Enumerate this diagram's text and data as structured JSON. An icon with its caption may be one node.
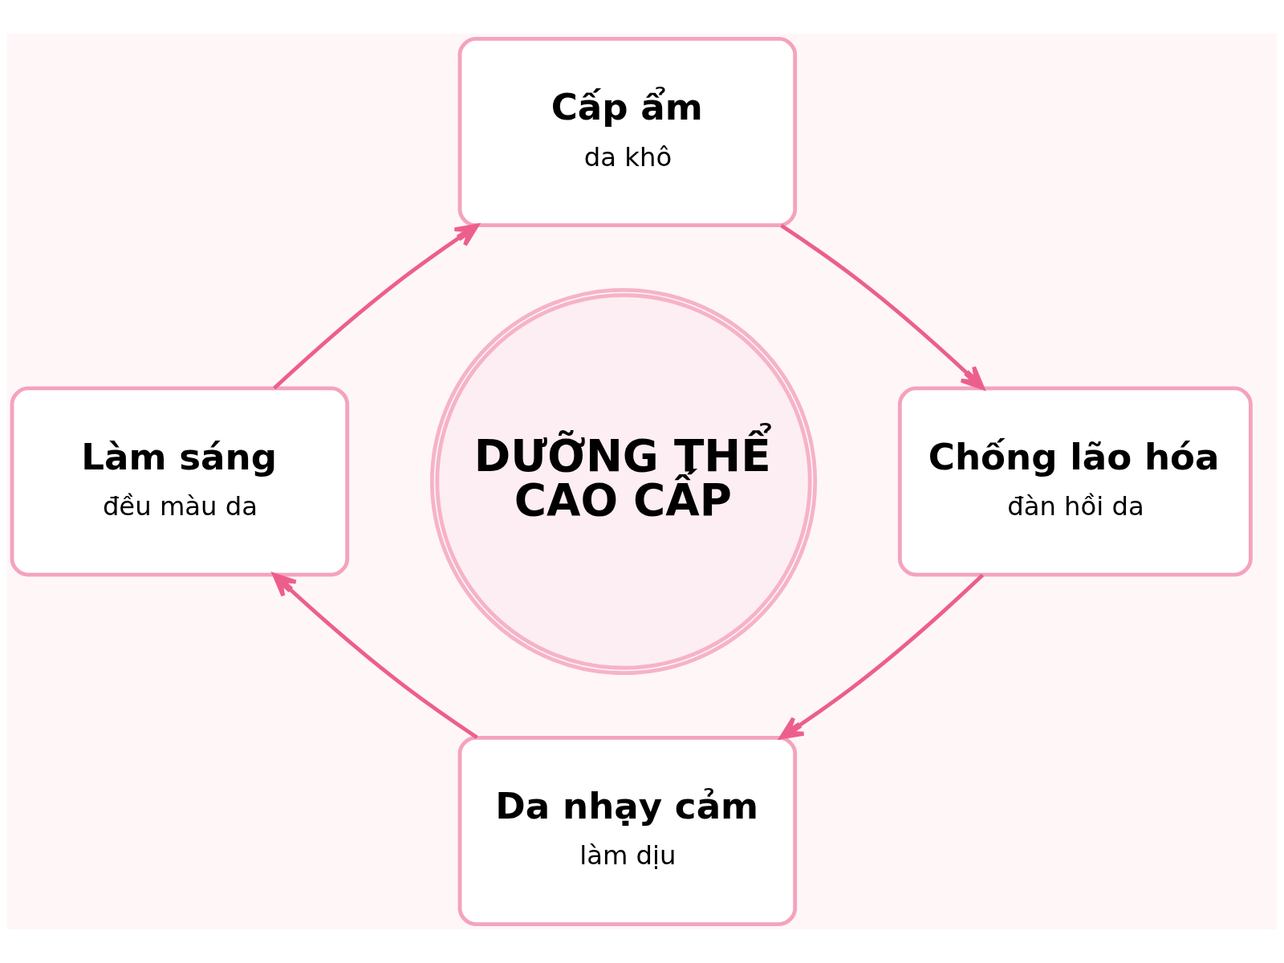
{
  "diagram": {
    "nodes": [
      {
        "text": [
          "DƯỠNG THỂ CAO CẤP"
        ]
      },
      {
        "text": [
          "Cấp ẩm",
          "da khô"
        ]
      },
      {
        "text": [
          "Chống lão hóa",
          "đàn hồi da"
        ]
      },
      {
        "text": [
          "Da nhạy cảm",
          "làm dịu"
        ]
      },
      {
        "text": [
          "Làm sáng",
          "đều màu da"
        ]
      }
    ],
    "edges": [
      {
        "from": 1,
        "to": 2,
        "arrow": "to"
      },
      {
        "from": 2,
        "to": 3,
        "arrow": "to"
      },
      {
        "from": 3,
        "to": 4,
        "arrow": "to"
      },
      {
        "from": 4,
        "to": 1,
        "arrow": "to"
      }
    ]
  }
}
